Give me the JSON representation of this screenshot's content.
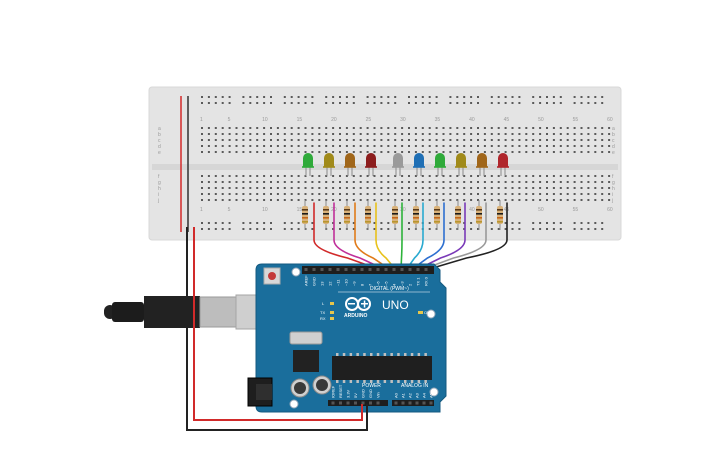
{
  "breadboard": {
    "column_numbers": [
      "1",
      "5",
      "10",
      "15",
      "20",
      "25",
      "30",
      "35",
      "40",
      "45",
      "50",
      "55",
      "60"
    ],
    "row_letters_top": [
      "a",
      "b",
      "c",
      "d",
      "e"
    ],
    "row_letters_bottom": [
      "f",
      "g",
      "h",
      "i",
      "j"
    ]
  },
  "leds": [
    {
      "color": "green",
      "hex": "#2faa3a"
    },
    {
      "color": "yellow",
      "hex": "#a08a1a"
    },
    {
      "color": "orange",
      "hex": "#a0661a"
    },
    {
      "color": "red",
      "hex": "#8c1d1d"
    },
    {
      "color": "white",
      "hex": "#9a9a9a"
    },
    {
      "color": "blue",
      "hex": "#1f6fb5"
    },
    {
      "color": "green",
      "hex": "#2faa3a"
    },
    {
      "color": "yellow",
      "hex": "#a08a1a"
    },
    {
      "color": "orange",
      "hex": "#a0661a"
    },
    {
      "color": "red",
      "hex": "#b0262c"
    }
  ],
  "wire_colors": [
    "#d12a2a",
    "#c0309a",
    "#e07b1a",
    "#e8c21c",
    "#2db33a",
    "#2aaad0",
    "#2d6fd0",
    "#7a3ab8",
    "#9a9a9a",
    "#222222"
  ],
  "arduino": {
    "model": "UNO",
    "brand": "ARDUINO",
    "digital_label": "DIGITAL (PWM~)",
    "power_label": "POWER",
    "analog_label": "ANALOG IN",
    "aref": "AREF",
    "gnd": "GND",
    "led_label": "L",
    "tx_label": "TX",
    "rx_label": "RX",
    "on_label": "ON",
    "digital_pins": [
      "13",
      "12",
      "~11",
      "~10",
      "~9",
      "8",
      "7",
      "~6",
      "~5",
      "4",
      "~3",
      "2",
      "TX 1",
      "RX 0"
    ],
    "power_pins": [
      "IOREF",
      "RESET",
      "3.3V",
      "5V",
      "GND",
      "GND",
      "Vin"
    ],
    "analog_pins": [
      "A0",
      "A1",
      "A2",
      "A3",
      "A4",
      "A5"
    ],
    "board_color": "#1a6e9c"
  }
}
